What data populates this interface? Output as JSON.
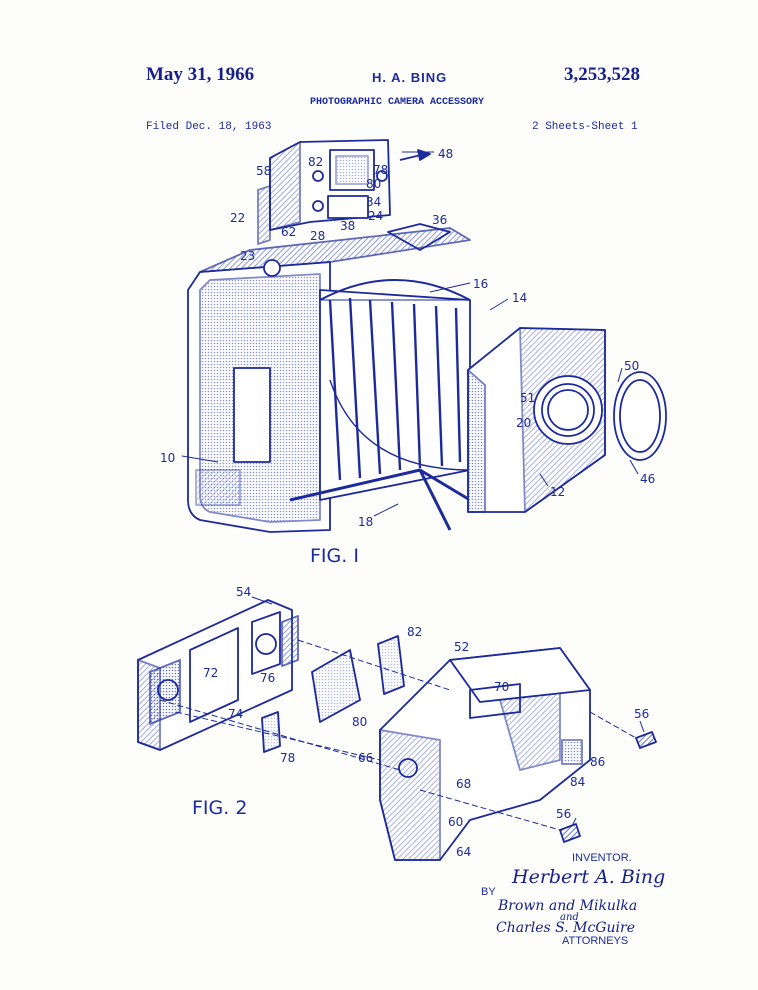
{
  "header": {
    "date": "May 31, 1966",
    "inventor": "H. A. BING",
    "patent_number": "3,253,528",
    "title": "PHOTOGRAPHIC CAMERA ACCESSORY",
    "filed": "Filed Dec. 18, 1963",
    "sheets": "2 Sheets-Sheet 1"
  },
  "figures": {
    "fig1_caption": "FIG. I",
    "fig2_caption": "FIG. 2",
    "fig1_labels": [
      "48",
      "82",
      "78",
      "58",
      "80",
      "34",
      "22",
      "62",
      "28",
      "38",
      "24",
      "36",
      "23",
      "16",
      "14",
      "50",
      "51",
      "20",
      "10",
      "46",
      "12",
      "18"
    ],
    "fig2_labels": [
      "54",
      "82",
      "52",
      "72",
      "76",
      "70",
      "74",
      "80",
      "56",
      "78",
      "66",
      "68",
      "86",
      "84",
      "56",
      "60",
      "64"
    ]
  },
  "signature": {
    "inventor_label": "INVENTOR.",
    "inventor_name": "Herbert A. Bing",
    "by": "BY",
    "firm": "Brown and Mikulka",
    "and": "and",
    "attorney_name": "Charles S. McGuire",
    "attorneys_label": "ATTORNEYS"
  },
  "colors": {
    "ink": "#1c2a9c",
    "shade": "#3b4fc4",
    "paper": "#fdfdfb"
  }
}
